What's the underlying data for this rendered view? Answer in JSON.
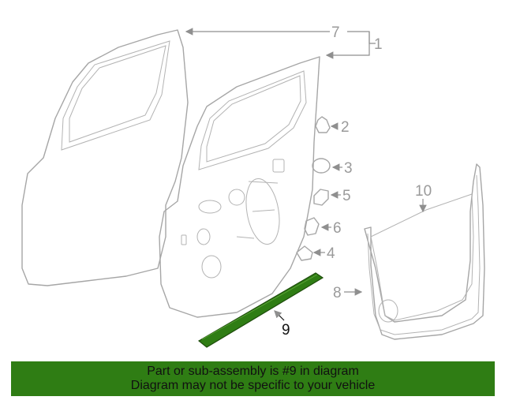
{
  "callouts": {
    "c1": "1",
    "c2": "2",
    "c3": "3",
    "c4": "4",
    "c5": "5",
    "c6": "6",
    "c7": "7",
    "c8": "8",
    "c9": "9",
    "c10": "10"
  },
  "highlight_color": "#2f7d14",
  "banner": {
    "line1": "Part or sub-assembly is #9 in diagram",
    "line2": "Diagram may not be specific to your vehicle"
  }
}
